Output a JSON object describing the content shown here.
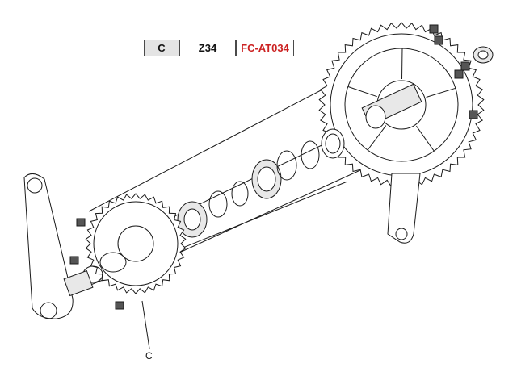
{
  "header": {
    "code": "C",
    "teeth": "Z34",
    "part_number": "FC-AT034",
    "part_color": "#cc2222"
  },
  "callout": {
    "label": "C"
  }
}
